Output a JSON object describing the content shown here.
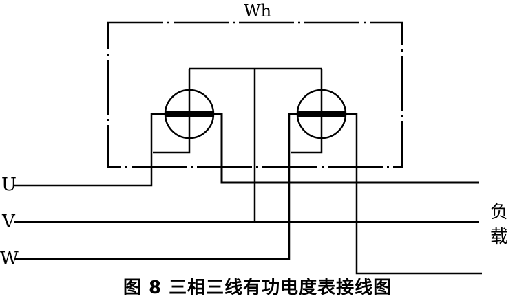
{
  "meter_label": "Wh",
  "phases": {
    "u": "U",
    "v": "V",
    "w": "W"
  },
  "load_label": [
    "负",
    "载"
  ],
  "caption": "图 8  三相三线有功电度表接线图"
}
